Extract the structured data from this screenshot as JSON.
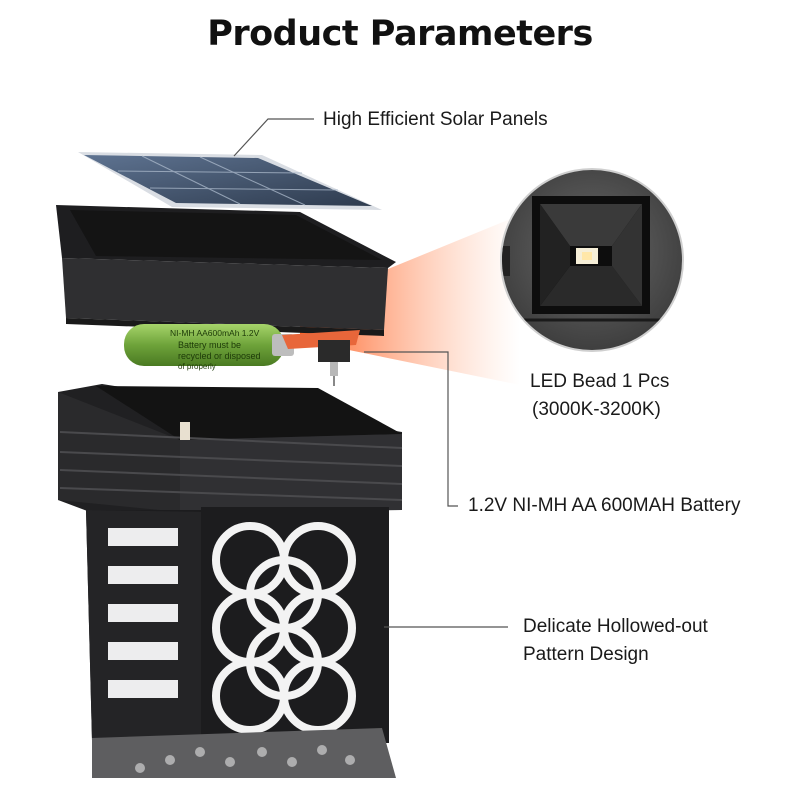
{
  "title": "Product Parameters",
  "callouts": {
    "solar_panel": "High Efficient Solar Panels",
    "led_line1": "LED Bead 1 Pcs",
    "led_line2": "(3000K-3200K)",
    "battery": "1.2V NI-MH AA 600MAH Battery",
    "pattern_line1": "Delicate Hollowed-out",
    "pattern_line2": "Pattern Design"
  },
  "battery_print": {
    "line1": "NI-MH AA600mAh 1.2V",
    "line2": "Battery must be",
    "line3": "recycled or disposed",
    "line4": "of properly"
  },
  "colors": {
    "lamp_body": "#2b2b2d",
    "solar_cell": "#3d4f66",
    "battery": "#7cb342",
    "glow": "#ff7a3c",
    "leader_line": "#555555"
  }
}
